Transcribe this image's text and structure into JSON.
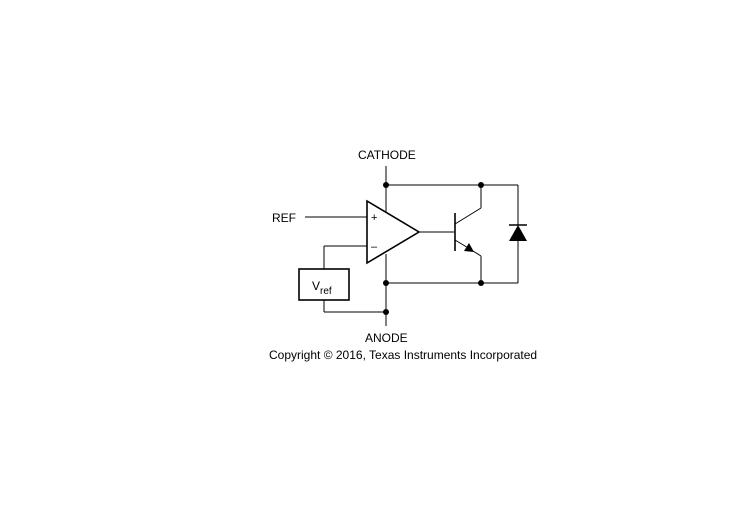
{
  "diagram": {
    "labels": {
      "cathode": "CATHODE",
      "anode": "ANODE",
      "ref": "REF",
      "plus": "+",
      "minus": "–"
    },
    "vref": {
      "main": "V",
      "sub": "ref"
    },
    "copyright": "Copyright © 2016, Texas Instruments Incorporated"
  }
}
